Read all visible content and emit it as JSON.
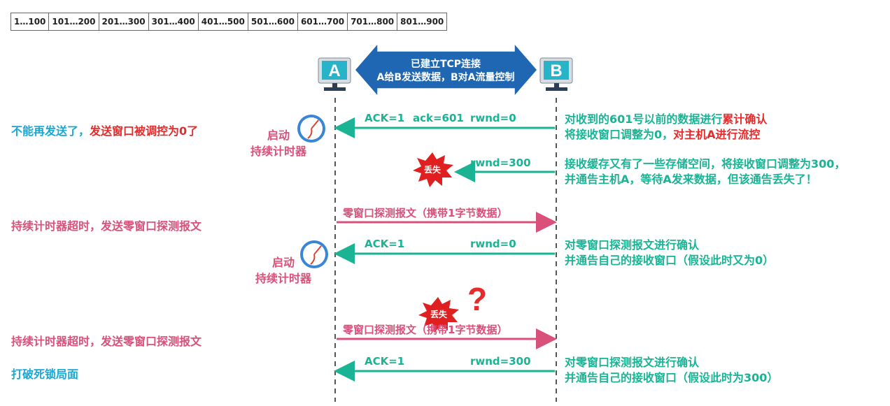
{
  "seq_ranges": [
    "1…100",
    "101…200",
    "201…300",
    "301…400",
    "401…500",
    "501…600",
    "601…700",
    "701…800",
    "801…900"
  ],
  "hosts": {
    "a": "A",
    "b": "B"
  },
  "banner": {
    "line1": "已建立TCP连接",
    "line2": "A给B发送数据，B对A流量控制"
  },
  "left": {
    "no_send_a": "不能再发送了，",
    "no_send_b": "发送窗口被调控为0了",
    "timeout1": "持续计时器超时，发送零窗口探测报文",
    "timeout2": "持续计时器超时，发送零窗口探测报文",
    "break_deadlock": "打破死锁局面"
  },
  "timer_labels": {
    "t1_a": "启动",
    "t1_b": "持续计时器",
    "t2_a": "启动",
    "t2_b": "持续计时器"
  },
  "messages": {
    "m1_ack": "ACK=1",
    "m1_acknum": "ack=601",
    "m1_rwnd": "rwnd=0",
    "m2_rwnd": "rwnd=300",
    "m3_probe": "零窗口探测报文（携带1字节数据）",
    "m4_ack": "ACK=1",
    "m4_rwnd": "rwnd=0",
    "m5_probe": "零窗口探测报文（携带1字节数据）",
    "m6_ack": "ACK=1",
    "m6_rwnd": "rwnd=300"
  },
  "lost_label": "丢失",
  "question_mark": "?",
  "right": {
    "r1_a": "对收到的601号以前的数据进行",
    "r1_b": "累计确认",
    "r1_c": "将接收窗口调整为0，",
    "r1_d": "对主机A进行流控",
    "r2_a": "接收缓存又有了一些存储空间，将接收窗口调整为300，",
    "r2_b": "并通告主机A，等待A发来数据，但该通告丢失了！",
    "r3_a": "对零窗口探测报文进行确认",
    "r3_b": "并通告自己的接收窗口（假设此时又为0）",
    "r4_a": "对零窗口探测报文进行确认",
    "r4_b": "并通告自己的接收窗口（假设此时为300）"
  },
  "colors": {
    "teal": "#1ab394",
    "pink": "#d9507a",
    "cyan": "#17a8d6",
    "red": "#e52b2b",
    "banner": "#1f66b3"
  }
}
